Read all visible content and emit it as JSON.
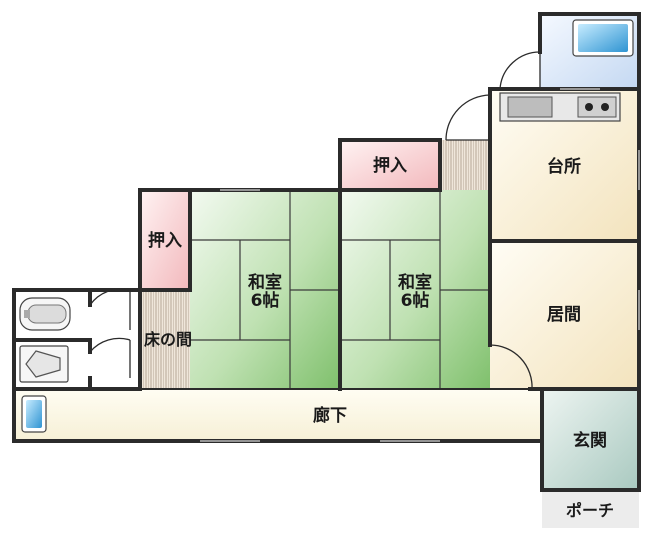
{
  "rooms": {
    "kitchen": "台所",
    "living": "居間",
    "closet_center": "押入",
    "closet_left": "押入",
    "tatami_left_name": "和室",
    "tatami_left_size": "6帖",
    "tatami_right_name": "和室",
    "tatami_right_size": "6帖",
    "tokonoma": "床の間",
    "corridor": "廊下",
    "entrance": "玄関",
    "porch": "ポーチ"
  },
  "colors": {
    "wall": "#2b2b2b",
    "tatami_light": "#f1f8ee",
    "tatami_green": "#9ccf8b",
    "closet_pink": "#f6c9c9",
    "wood_floor": "#f6ecd3",
    "corridor": "#fbf7e6",
    "entrance_tile": "#cfe1dc",
    "bath_tile": "#d3e2f5",
    "tub_blue": "#4aa7dd"
  }
}
